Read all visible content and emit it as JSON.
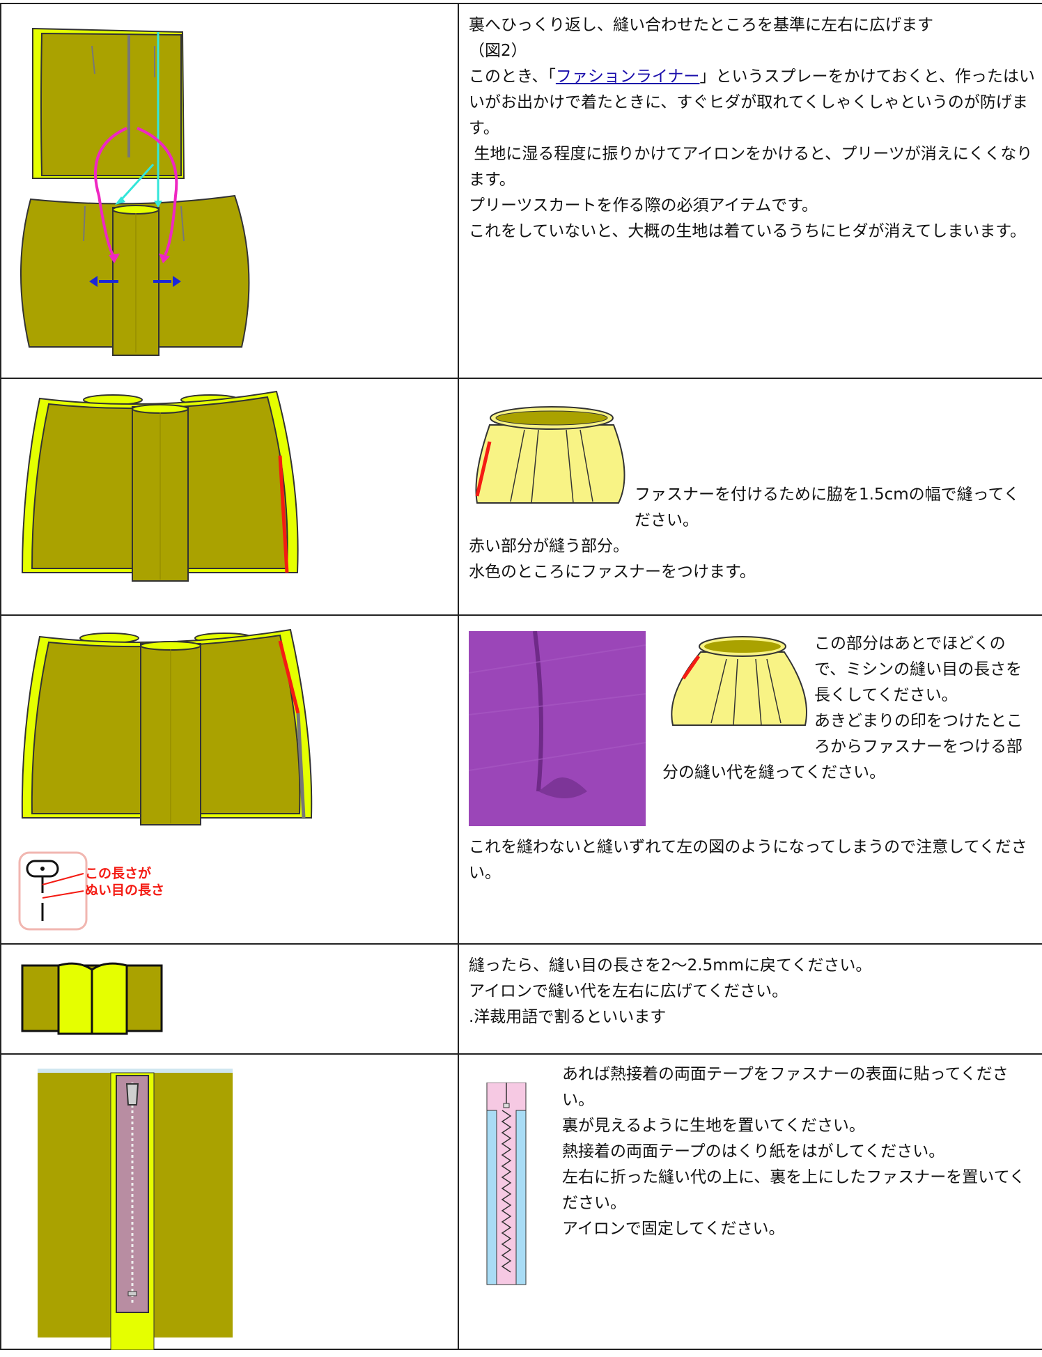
{
  "colors": {
    "fabric": "#aaa200",
    "fabric_edge": "#e5ff00",
    "light_yellow": "#f8f385",
    "arrow_blue": "#1a27d8",
    "arrow_magenta": "#ef27c2",
    "cyan": "#33e6da",
    "red_seam": "#f41b13",
    "purple_fabric": "#9b46b8",
    "zip_pink": "#f6c9e3",
    "zip_blue": "#a9dcf5",
    "zip_body": "#b88da2"
  },
  "rows": [
    {
      "id": "row1",
      "lines": {
        "l1": "裏へひっくり返し、縫い合わせたところを基準に左右に広げます",
        "l2": "（図2）",
        "l3a": "このとき、「",
        "l3link": "ファションライナー",
        "l3b": "」というスプレーをかけておくと、作ったはいいがお出かけで着たときに、すぐヒダが取れてくしゃくしゃというのが防げます。",
        "l4": "生地に湿る程度に振りかけてアイロンをかけると、プリーツが消えにくくなります。",
        "l5": "プリーツスカートを作る際の必須アイテムです。",
        "l6": "これをしていないと、大概の生地は着ているうちにヒダが消えてしまいます。"
      }
    },
    {
      "id": "row2",
      "lines": {
        "l1": "ファスナーを付けるために脇を1.5cmの幅で縫ってください。",
        "l2": "赤い部分が縫う部分。",
        "l3": "水色のところにファスナーをつけます。"
      }
    },
    {
      "id": "row3",
      "label_line1": "この長さが",
      "label_line2": "ぬい目の長さ",
      "lines": {
        "l1": "この部分はあとでほどくので、ミシンの縫い目の長さを長くしてください。",
        "l2": "あきどまりの印をつけたところからファスナーをつける部分の縫い代を縫ってください。",
        "l3": "これを縫わないと縫いずれて左の図のようになってしまうので注意してください。"
      }
    },
    {
      "id": "row4",
      "lines": {
        "l1": "縫ったら、縫い目の長さを2～2.5mmに戻てください。",
        "l2": "アイロンで縫い代を左右に広げてください。",
        "l3": ".洋裁用語で割るといいます"
      }
    },
    {
      "id": "row5",
      "lines": {
        "l1": "あれば熱接着の両面テープをファスナーの表面に貼ってください。",
        "l2": "裏が見えるように生地を置いてください。",
        "l3": "熱接着の両面テープのはくり紙をはがしてください。",
        "l4": "左右に折った縫い代の上に、裏を上にしたファスナーを置いてください。",
        "l5": "アイロンで固定してください。"
      }
    }
  ]
}
